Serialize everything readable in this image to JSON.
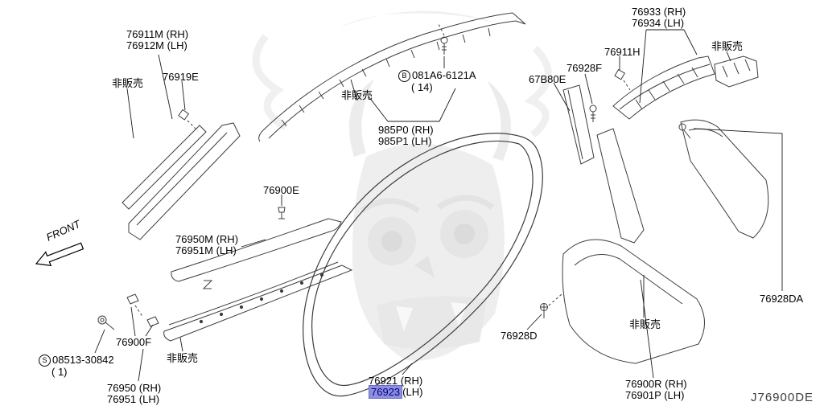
{
  "diagram": {
    "code": "J76900DE",
    "front_label": "FRONT",
    "not_for_sale": "非販売",
    "highlight_color": "#8e8ee0"
  },
  "labels": {
    "pillar_upper": {
      "rh": "76911M (RH)",
      "lh": "76912M (LH)"
    },
    "clip_76919E": "76919E",
    "bolt_b": {
      "symbol": "B",
      "number": "081A6-6121A",
      "qty": "( 14)"
    },
    "curtain": {
      "rh": "985P0 (RH)",
      "lh": "985P1 (LH)"
    },
    "rear_garnish": {
      "rh": "76933 (RH)",
      "lh": "76934 (LH)"
    },
    "clip_76911H": "76911H",
    "clip_76928F": "76928F",
    "strip_67B80E": "67B80E",
    "clip_76900E": "76900E",
    "sill_upper": {
      "rh": "76950M (RH)",
      "lh": "76951M (LH)"
    },
    "clip_76900F": "76900F",
    "screw_s": {
      "symbol": "S",
      "number": "08513-30842",
      "qty": "( 1)"
    },
    "sill_lower": {
      "rh": "76950 (RH)",
      "lh": "76951 (LH)"
    },
    "weatherstrip": {
      "rh": "76921 (RH)",
      "lh_part": "76923",
      "lh_suffix": "(LH)"
    },
    "clip_76928D": "76928D",
    "panel_76928DA": "76928DA",
    "rear_lower": {
      "rh": "76900R (RH)",
      "lh": "76901P (LH)"
    }
  }
}
